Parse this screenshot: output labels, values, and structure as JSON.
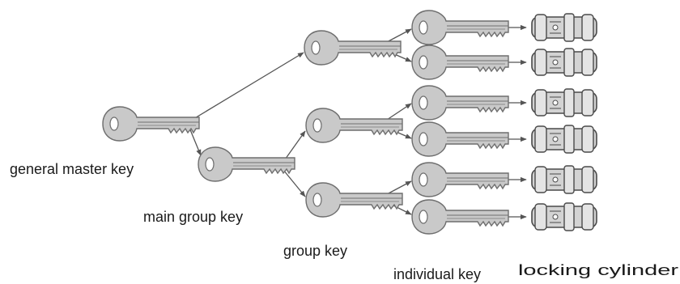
{
  "labels": {
    "general_master_key": "general master key",
    "main_group_key": "main group key",
    "group_key": "group key",
    "individual_key": "individual key",
    "locking_cylinder": "locking cylinder"
  },
  "colors": {
    "key_fill": "#c9c9c9",
    "key_stroke": "#6e6e6e",
    "arrow": "#555555",
    "cylinder_fill": "#d3d3d3",
    "cylinder_stroke": "#4a4a4a",
    "text": "#1a1a1a"
  },
  "hierarchy": {
    "general_master_key_count": 1,
    "main_group_key_count": 1,
    "group_key_count": 3,
    "individual_key_count": 6,
    "locking_cylinder_count": 6
  }
}
